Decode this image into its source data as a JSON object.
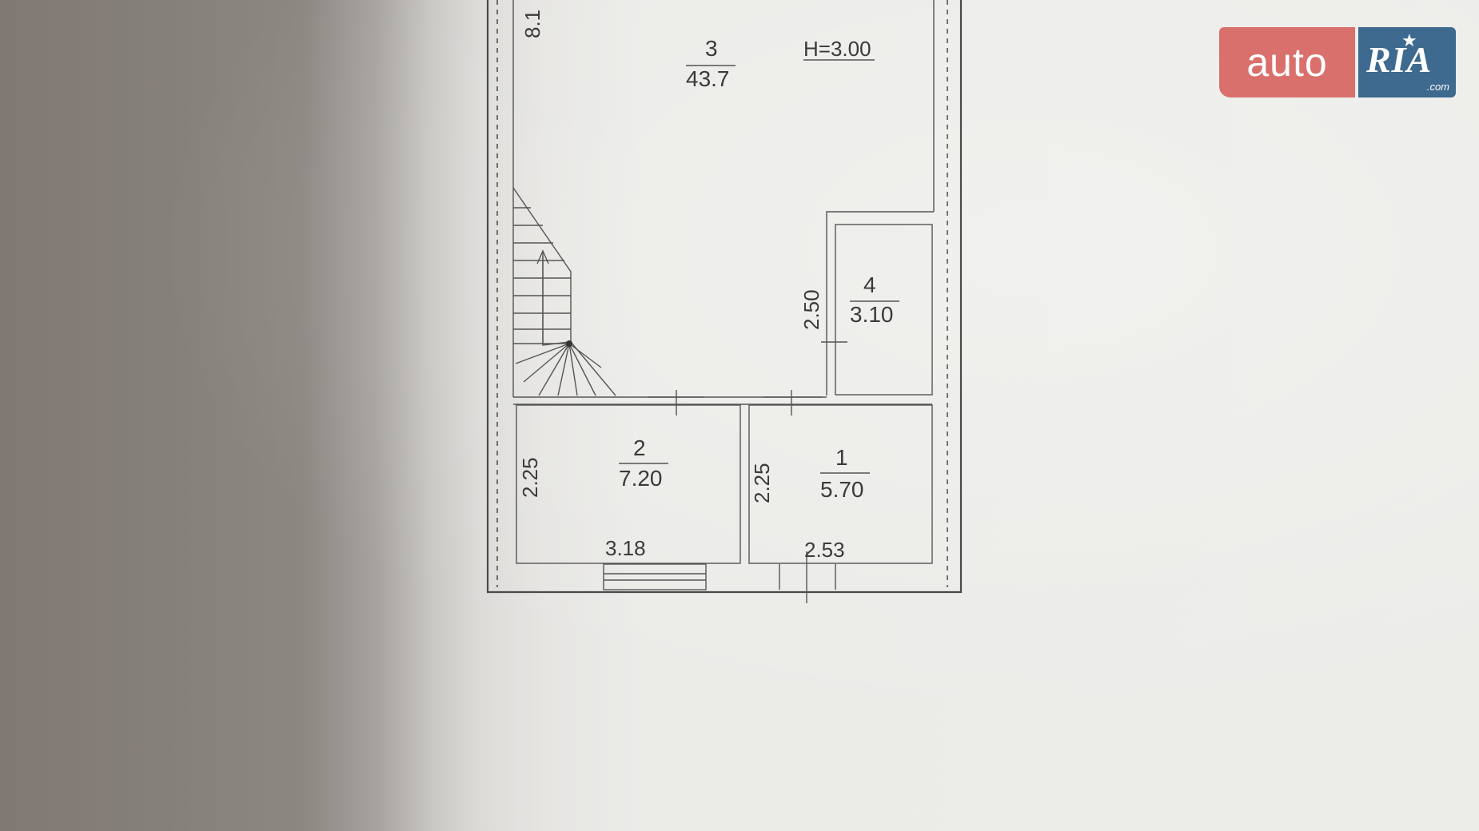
{
  "plan": {
    "rooms": [
      {
        "number": "3",
        "area": "43.7"
      },
      {
        "number": "4",
        "area": "3.10"
      },
      {
        "number": "2",
        "area": "7.20"
      },
      {
        "number": "1",
        "area": "5.70"
      }
    ],
    "height_label": "H=3.00",
    "dimensions": {
      "overall_length": "8.1",
      "closet_height": "2.50",
      "room2_side": "2.25",
      "room2_width": "3.18",
      "room1_side": "2.25",
      "room1_width": "2.53"
    }
  },
  "logo": {
    "auto_text": "auto",
    "ria_text": "RIA",
    "com_text": ".com",
    "colors": {
      "auto_bg": "#d9706c",
      "ria_bg": "#3d6a8e"
    }
  }
}
